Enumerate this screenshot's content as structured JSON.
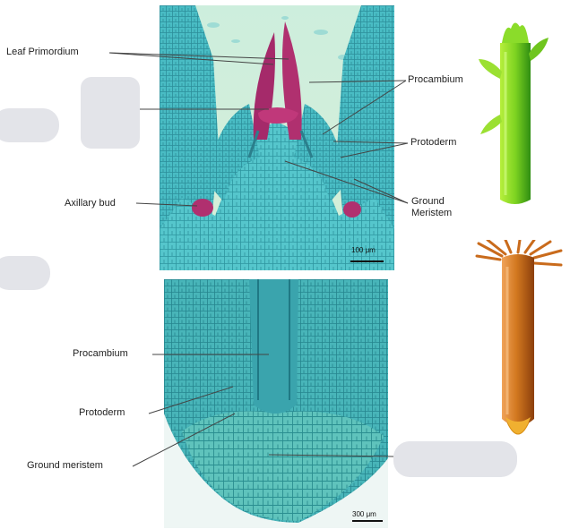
{
  "shoot_labels": {
    "leaf_primordium": "Leaf Primordium",
    "procambium": "Procambium",
    "protoderm": "Protoderm",
    "axillary_bud": "Axillary bud",
    "ground_meristem_line1": "Ground",
    "ground_meristem_line2": "Meristem",
    "scale_bar": "100 μm"
  },
  "root_labels": {
    "procambium": "Procambium",
    "protoderm": "Protoderm",
    "ground_meristem": "Ground meristem",
    "scale_bar": "300 μm"
  },
  "colors": {
    "micrograph_cyan": "#3fb7c0",
    "primordium_magenta": "#b0306f",
    "blank_gray": "#e3e4e9",
    "stem_green": "#7ed321",
    "root_orange": "#d2781f",
    "root_cap_yellow": "#f0b030"
  }
}
